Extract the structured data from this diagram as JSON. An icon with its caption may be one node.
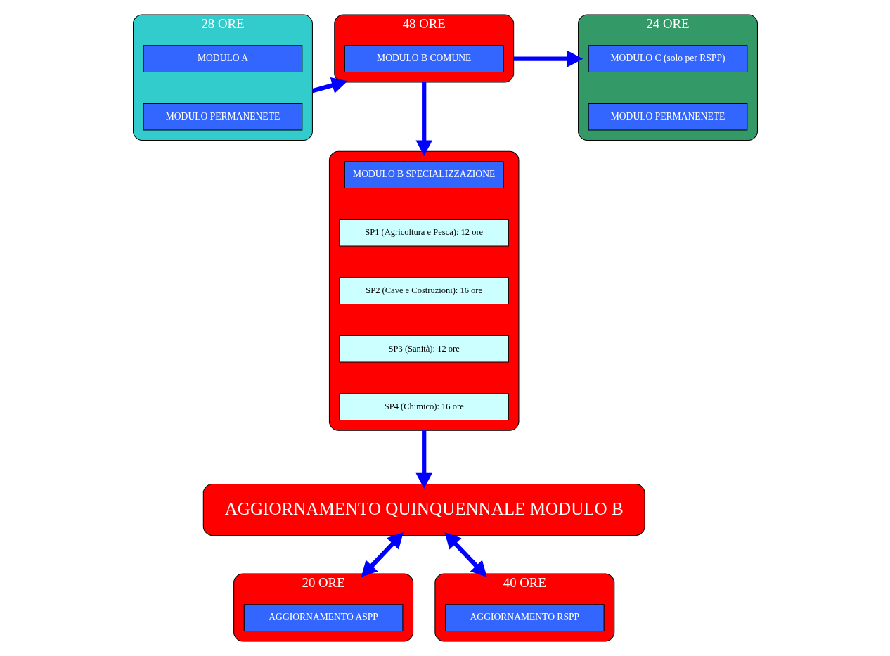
{
  "diagram": {
    "nodes": [
      {
        "text": [
          "28 ORE"
        ]
      },
      {
        "text": [
          "MODULO A"
        ],
        "in": 0
      },
      {
        "text": [
          "MODULO PERMANENETE"
        ],
        "in": 0
      },
      {
        "text": [
          "48 ORE"
        ]
      },
      {
        "text": [
          "MODULO B COMUNE"
        ],
        "in": 3
      },
      {
        "text": [
          "24 ORE"
        ]
      },
      {
        "text": [
          "MODULO C (solo per RSPP)"
        ],
        "in": 5
      },
      {
        "text": [
          "MODULO PERMANENETE"
        ],
        "in": 5
      },
      {
        "text": [],
        "shape": "box"
      },
      {
        "text": [
          "MODULO B SPECIALIZZAZIONE"
        ],
        "in": 8
      },
      {
        "text": [
          "SP1 (Agricoltura e Pesca): 12 ore"
        ],
        "in": 8
      },
      {
        "text": [
          "SP2 (Cave e Costruzioni): 16 ore"
        ],
        "in": 8
      },
      {
        "text": [
          "SP3 (Sanità): 12 ore"
        ],
        "in": 8
      },
      {
        "text": [
          "SP4 (Chimico): 16 ore"
        ],
        "in": 8
      },
      {
        "text": [
          "AGGIORNAMENTO QUINQUENNALE MODULO B"
        ]
      },
      {
        "text": [
          "20 ORE"
        ]
      },
      {
        "text": [
          "AGGIORNAMENTO ASPP"
        ],
        "in": 15
      },
      {
        "text": [
          "40 ORE"
        ]
      },
      {
        "text": [
          "AGGIORNAMENTO RSPP"
        ],
        "in": 17
      }
    ],
    "edges": [
      {
        "from": 0,
        "to": 3,
        "arrow": "to"
      },
      {
        "from": 3,
        "to": 5,
        "arrow": "to"
      },
      {
        "from": 3,
        "to": 8,
        "arrow": "to"
      },
      {
        "from": 8,
        "to": 14,
        "arrow": "to"
      },
      {
        "from": 14,
        "to": 15,
        "arrow": "both"
      },
      {
        "from": 14,
        "to": 17,
        "arrow": "both"
      }
    ]
  }
}
